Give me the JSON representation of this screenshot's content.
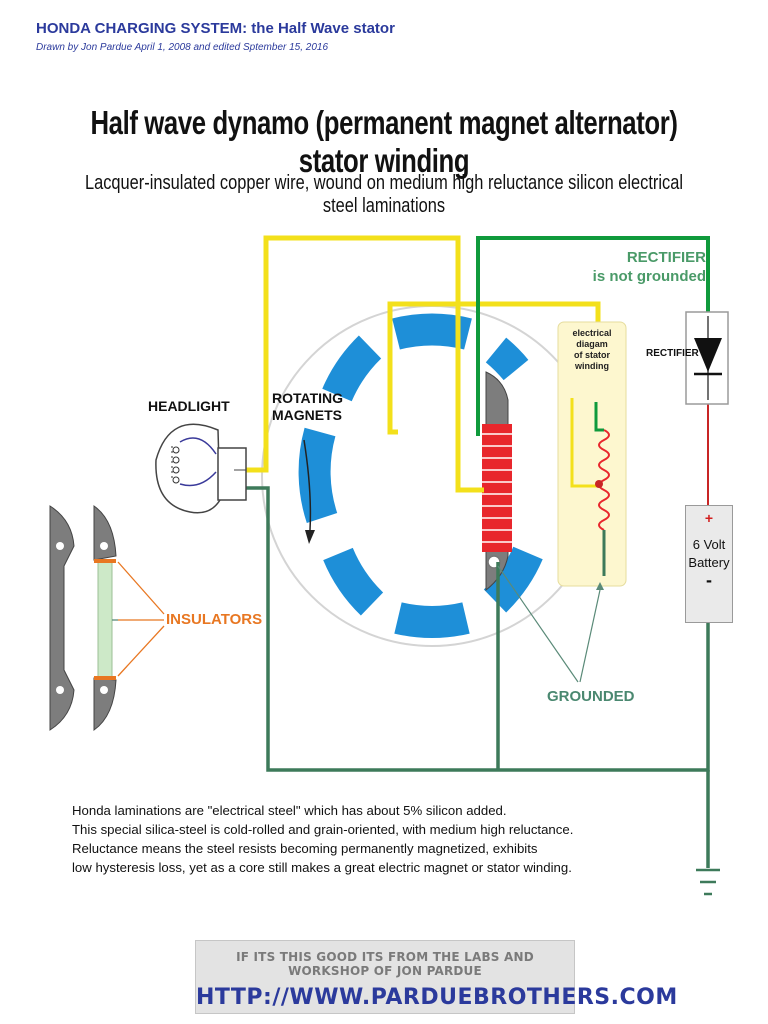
{
  "header": {
    "title": "HONDA CHARGING SYSTEM: the Half Wave stator",
    "subtitle": "Drawn by Jon Pardue April 1, 2008 and edited Sptember 15, 2016"
  },
  "main": {
    "title": "Half wave dynamo (permanent magnet alternator) stator winding",
    "subtitle": "Lacquer-insulated copper wire, wound on medium high reluctance silicon electrical steel laminations"
  },
  "labels": {
    "headlight": "HEADLIGHT",
    "rotating_magnets_1": "ROTATING",
    "rotating_magnets_2": "MAGNETS",
    "rectifier_note_1": "RECTIFIER",
    "rectifier_note_2": "is not grounded",
    "rectifier": "RECTIFIER",
    "insulators": "INSULATORS",
    "grounded": "GROUNDED",
    "inset_1": "electrical",
    "inset_2": "diagam",
    "inset_3": "of stator",
    "inset_4": "winding"
  },
  "battery": {
    "plus": "+",
    "line1": "6 Volt",
    "line2": "Battery",
    "minus": "-"
  },
  "notes": [
    "Honda laminations are \"electrical steel\" which has about 5% silicon added.",
    "This special silica-steel is cold-rolled and grain-oriented, with medium high reluctance.",
    "Reluctance means the steel resists becoming permanently magnetized, exhibits",
    "low hysteresis loss, yet as a core still makes a great electric magnet or stator winding."
  ],
  "banner": {
    "line1": "IF ITS THIS GOOD ITS FROM THE LABS AND WORKSHOP OF JON PARDUE",
    "line2": "HTTP://WWW.PARDUEBROTHERS.COM"
  },
  "colors": {
    "wire_yellow": "#f3e01b",
    "wire_green": "#0f9a3c",
    "wire_ground": "#3d7a5a",
    "magnet_blue": "#1e8fd8",
    "winding_red": "#e8262c",
    "insulator_orange": "#e87722",
    "title_blue": "#2b3a9c"
  }
}
